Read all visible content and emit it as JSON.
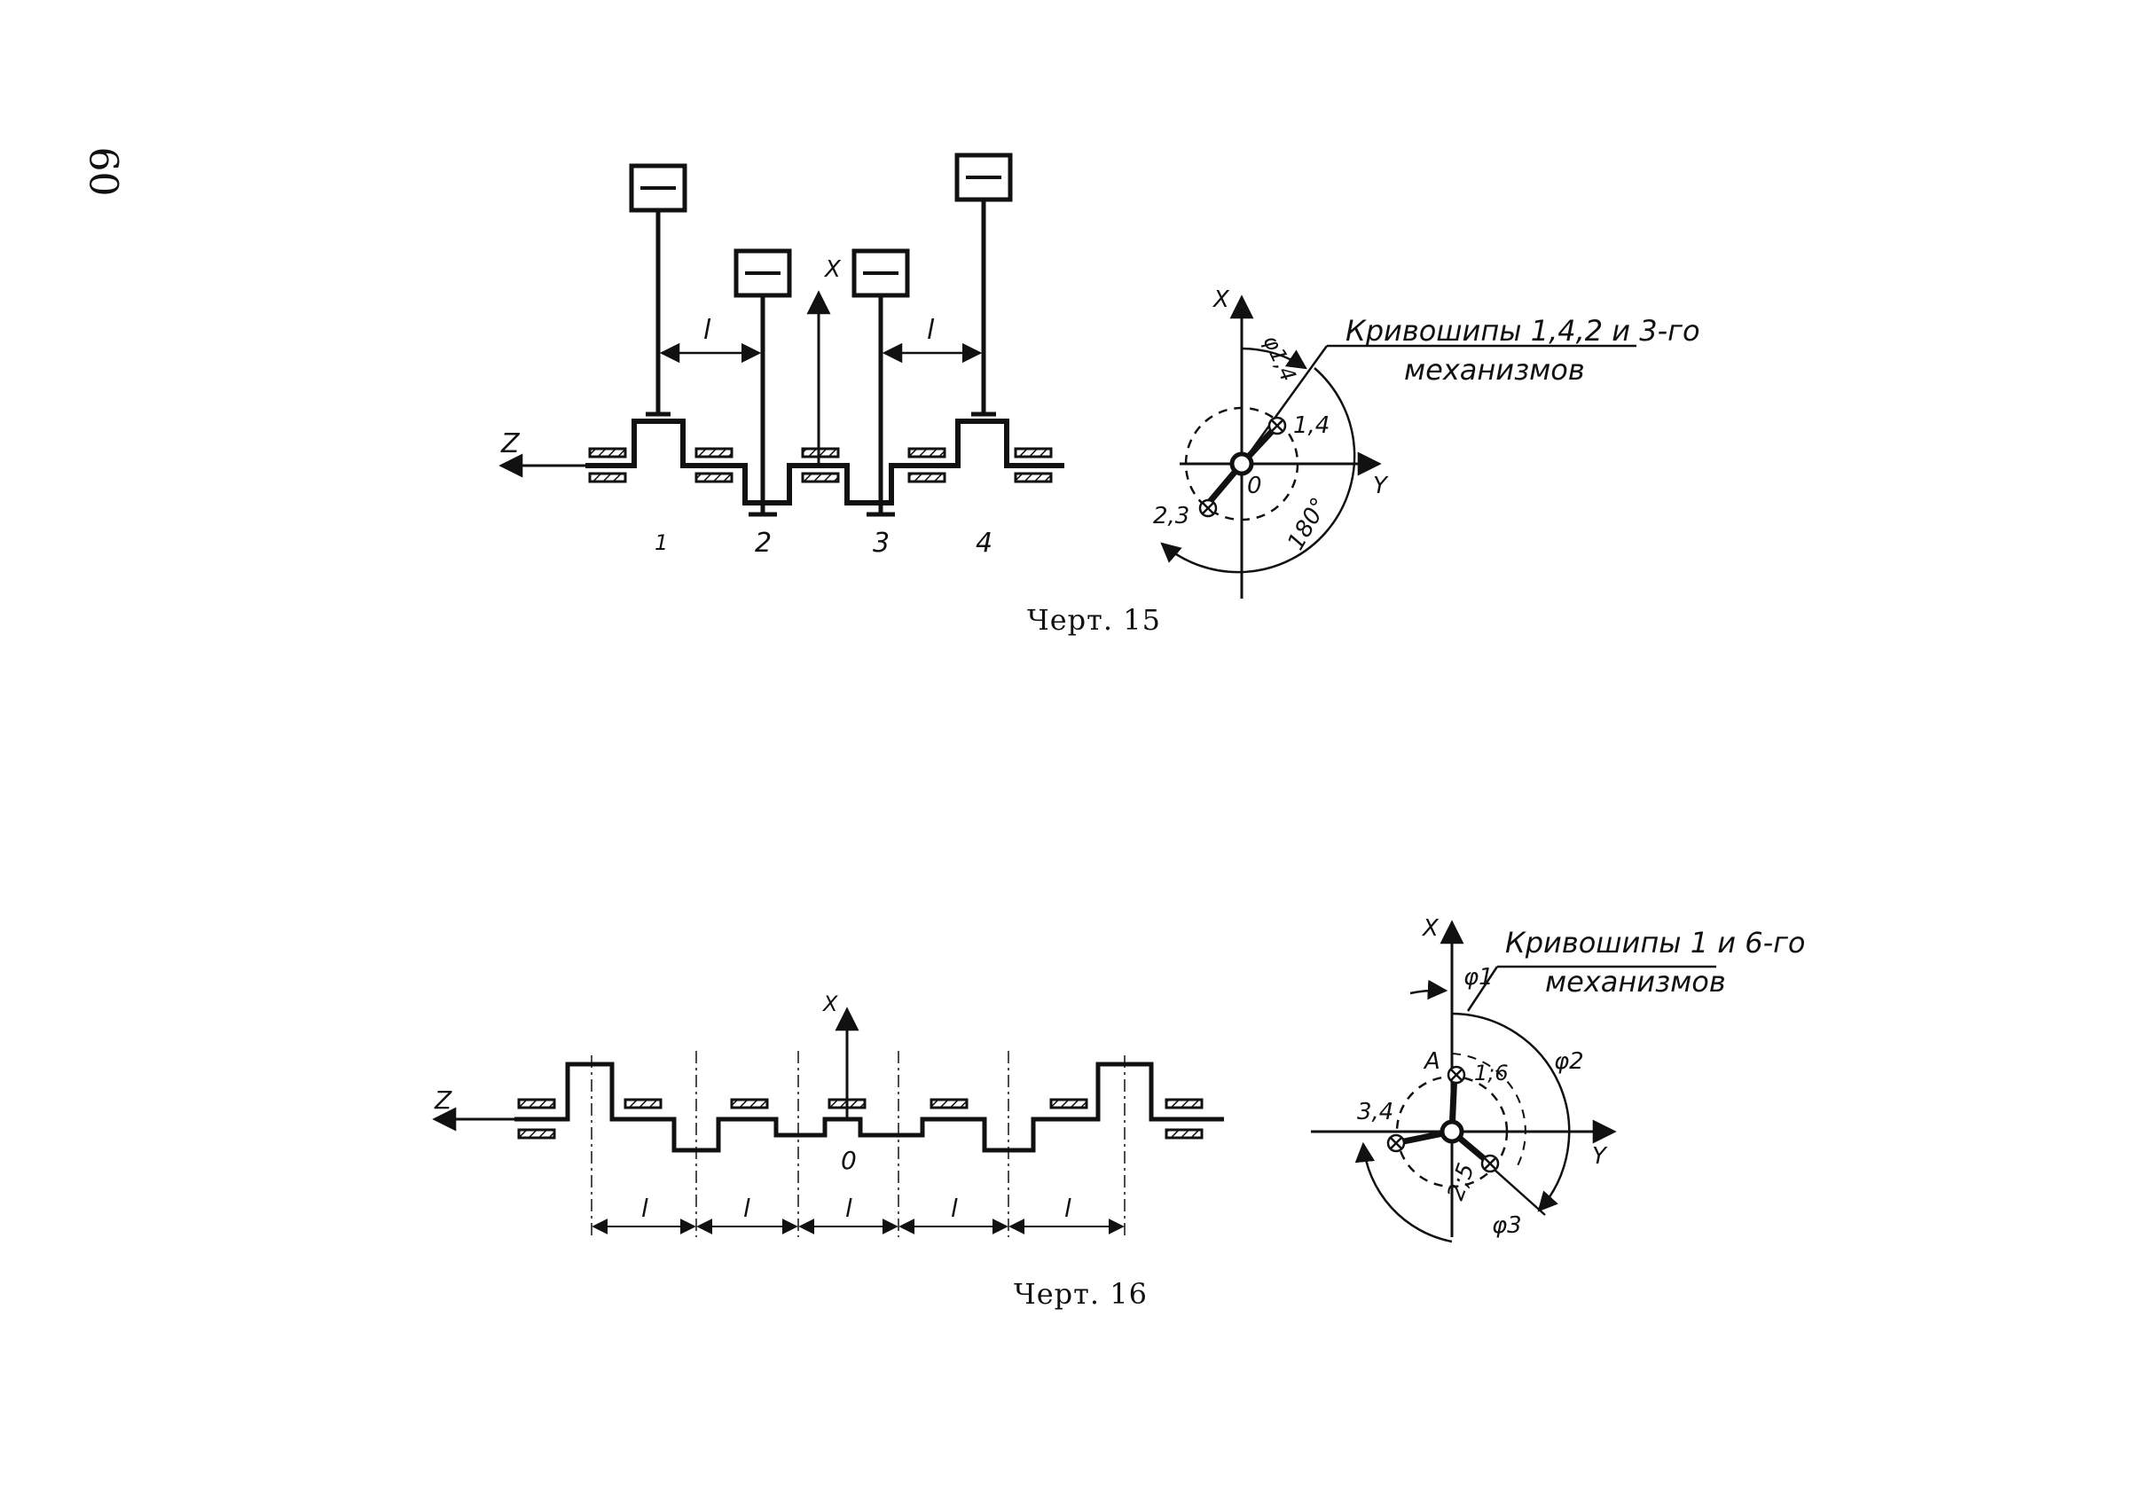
{
  "page": {
    "number": "60"
  },
  "fig15": {
    "caption": "Черт. 15",
    "axis_z": "Z",
    "axis_x": "X",
    "dim_l_left": "l",
    "dim_l_right": "l",
    "cyl_1": "1",
    "cyl_2": "2",
    "cyl_3": "3",
    "cyl_4": "4",
    "dia_axis_x": "X",
    "dia_axis_y": "Y",
    "dia_origin": "0",
    "phi": "φ1,4",
    "note_line1": "Кривошипы 1,4,2 и 3-го",
    "note_line2": "механизмов",
    "crank_14": "1,4",
    "crank_23": "2,3",
    "angle_180": "180°"
  },
  "fig16": {
    "caption": "Черт. 16",
    "axis_z": "Z",
    "axis_x": "X",
    "origin": "0",
    "dims": [
      "l",
      "l",
      "l",
      "l",
      "l"
    ],
    "dia_axis_x": "X",
    "dia_axis_y": "Y",
    "note_line1": "Кривошипы 1 и 6-го",
    "note_line2": "механизмов",
    "phi1": "φ1",
    "phi2": "φ2",
    "phi3": "φ3",
    "point_a": "A",
    "crank_16": "1;6",
    "crank_34": "3,4",
    "crank_25": "2;5"
  }
}
